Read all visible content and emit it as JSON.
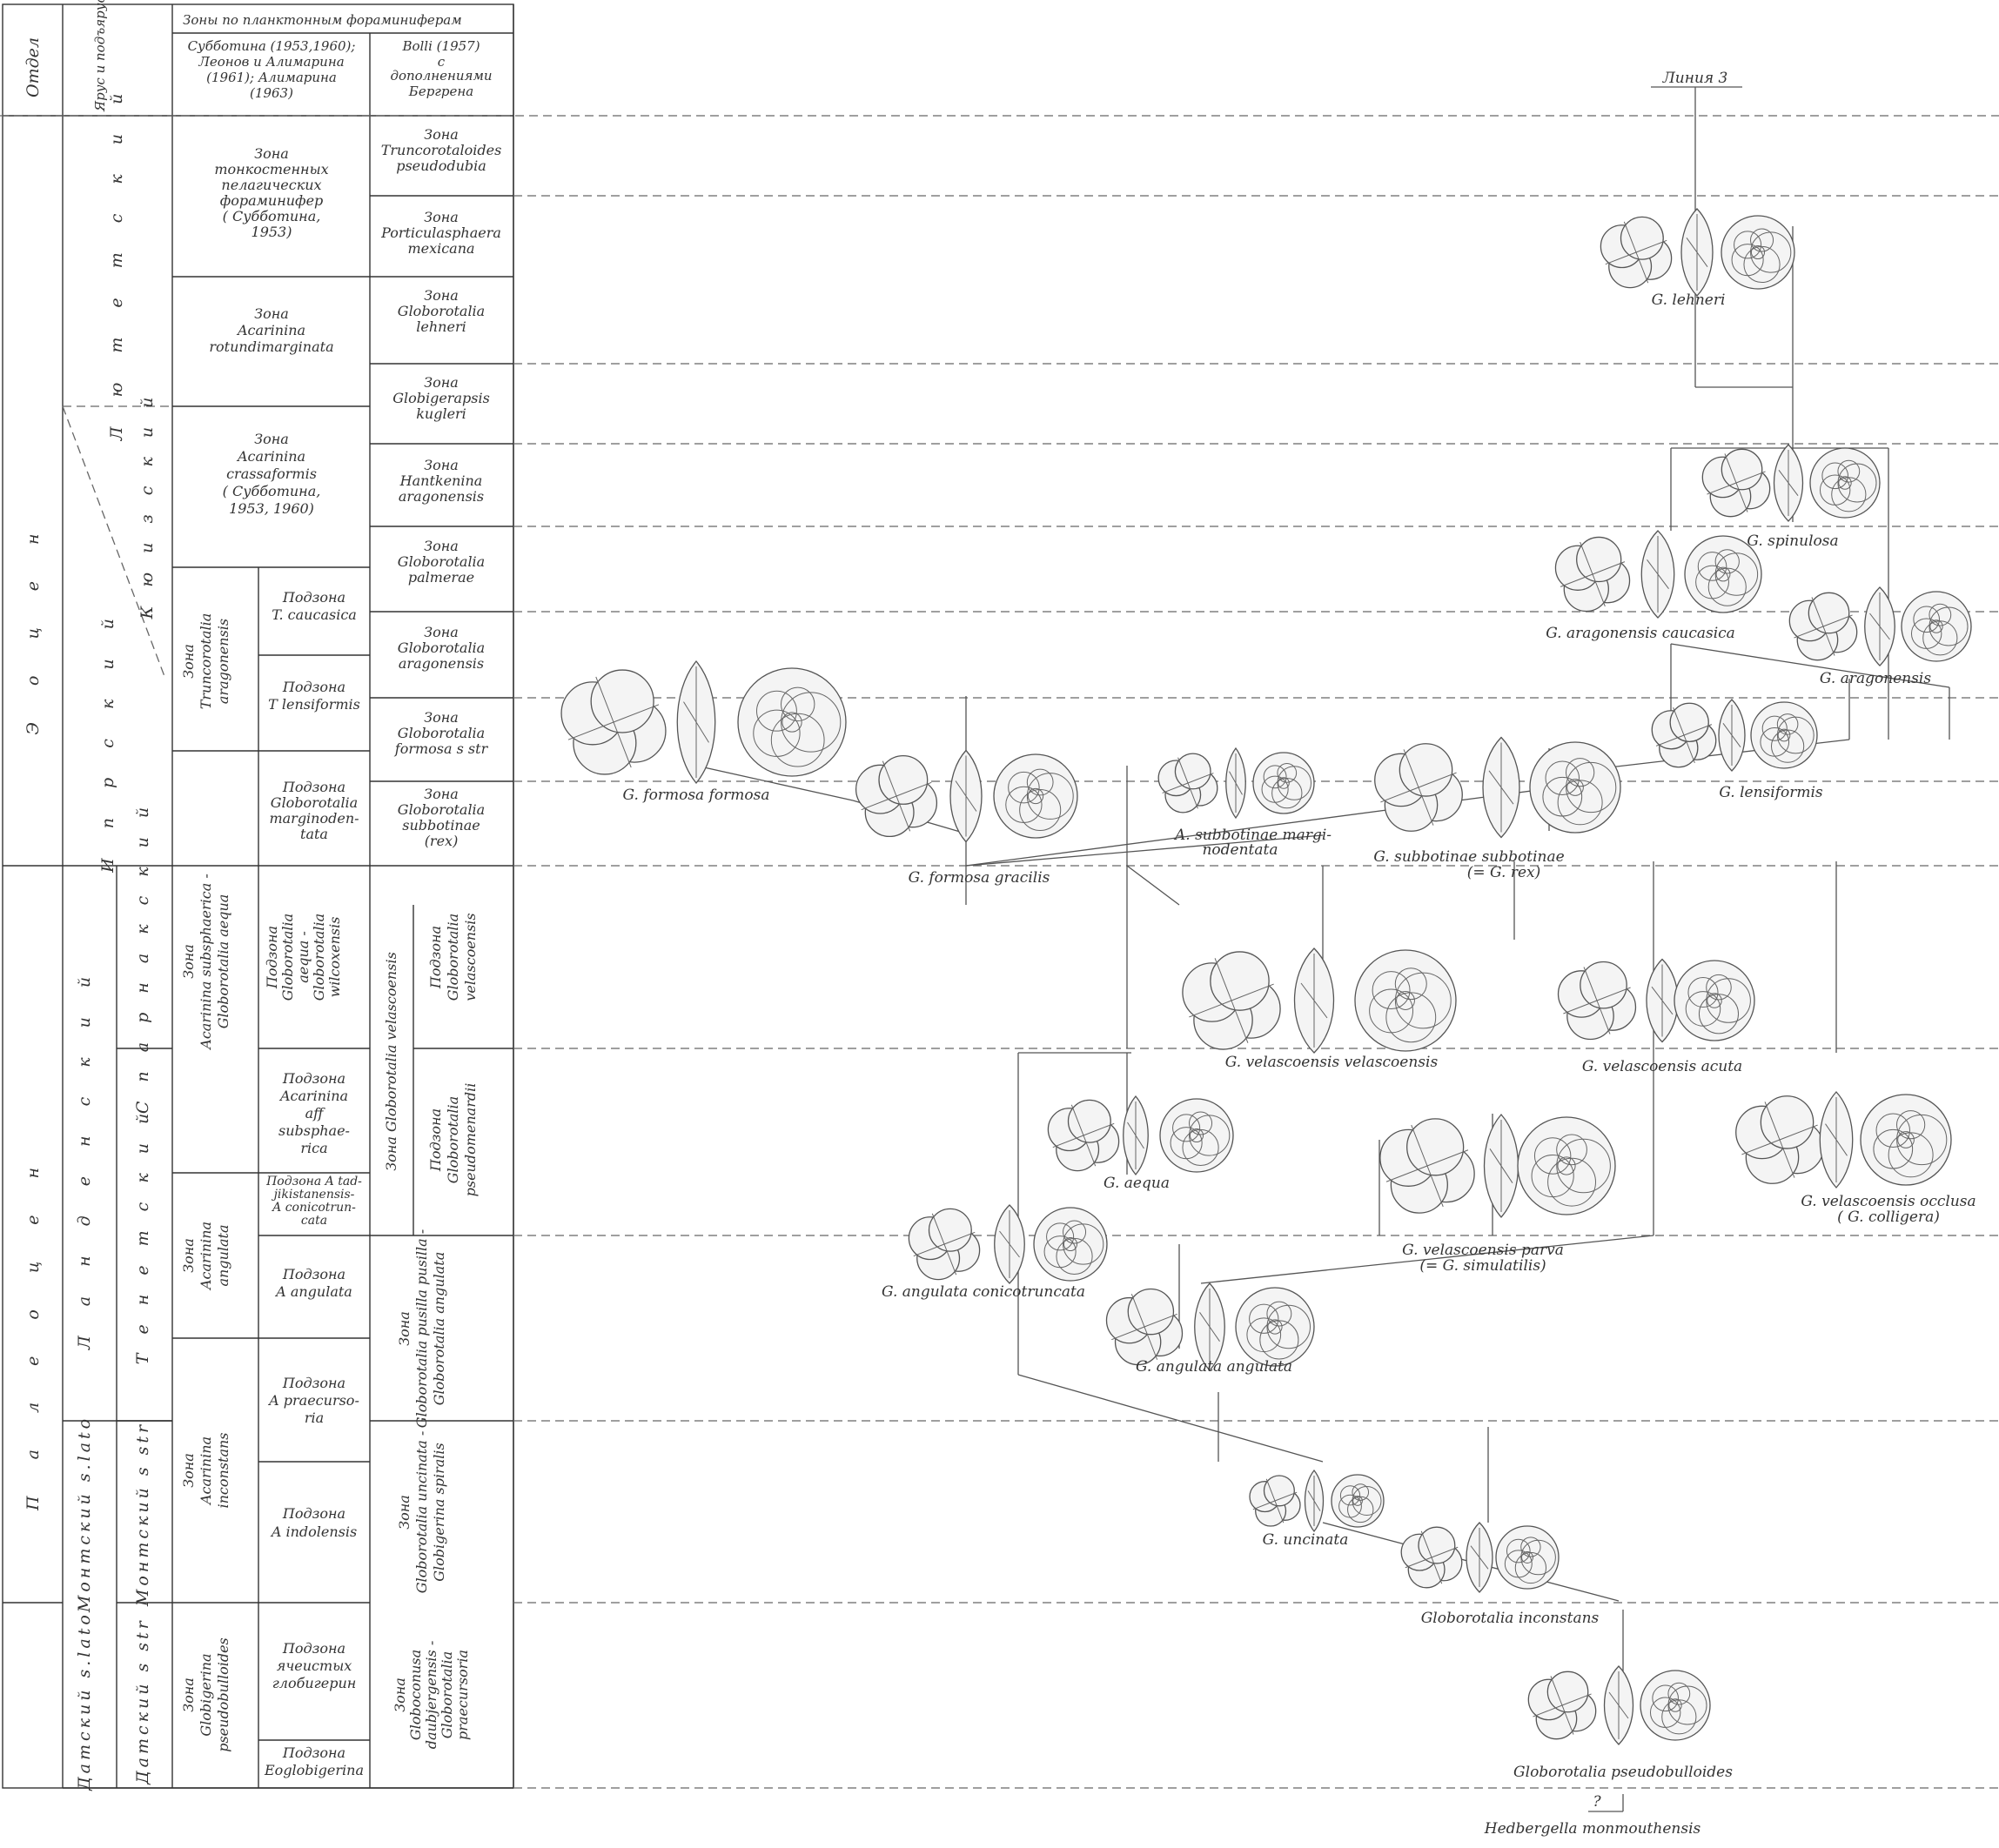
{
  "header": {
    "zones_title": "Зоны по планктонным фораминиферам",
    "col_otdel": "Отдел",
    "col_yarus": "Ярус и подъярус",
    "col_subbotina": [
      "Субботина (1953,1960);",
      "Леонов и Алимарина",
      "(1961); Алимарина",
      "(1963)"
    ],
    "col_bolli": [
      "Bolli (1957)",
      "с",
      "дополнениями",
      "Бергрена"
    ]
  },
  "line_label": "Линия 3",
  "otdel": [
    {
      "label": "Э о ц е н"
    },
    {
      "label": "П а л е о ц е н"
    }
  ],
  "yarus": [
    {
      "label": "Л ю т е т с к и й"
    },
    {
      "label": "К ю и з с к и й"
    },
    {
      "label": "И п р с к и й"
    },
    {
      "label": "Л а н д е н с к и й"
    },
    {
      "label": "Монтский s.lato"
    },
    {
      "label": "Датский s.lato"
    }
  ],
  "podyarus": [
    {
      "label": "С п а р н а к с к и й"
    },
    {
      "label": "Т е н е т с к и й"
    },
    {
      "label": "Монтский s str"
    },
    {
      "label": "Датский s str"
    }
  ],
  "subbotina_zones": [
    {
      "lines": [
        "Зона",
        "тонкостенных",
        "пелагических",
        "фораминифер",
        "( Субботина,",
        "1953)"
      ]
    },
    {
      "lines": [
        "Зона",
        "Acarinina",
        "rotundimarginata"
      ]
    },
    {
      "lines": [
        "Зона",
        "Acarinina",
        "crassaformis",
        "( Субботина,",
        "1953, 1960)"
      ]
    },
    {
      "lines": [
        "Зона",
        "Truncorotalia",
        "aragonensis"
      ]
    },
    {
      "lines": [
        "Зона",
        "Acarinina subsphaerica -",
        "Globorotalia aequa"
      ]
    },
    {
      "lines": [
        "Зона",
        "Acarinina",
        "angulata"
      ]
    },
    {
      "lines": [
        "Зона",
        "Acarinina",
        "inconstans"
      ]
    },
    {
      "lines": [
        "Зона",
        "Globigerina",
        "pseudobulloides"
      ]
    }
  ],
  "subzones": [
    {
      "lines": [
        "Подзона",
        "T. caucasica"
      ]
    },
    {
      "lines": [
        "Подзона",
        "T lensiformis"
      ]
    },
    {
      "lines": [
        "Подзона",
        "Globorotalia",
        "marginoden-",
        "tata"
      ]
    },
    {
      "lines": [
        "Подзона",
        "Globorotalia",
        "aequa -",
        "Globorotalia",
        "wilcoxensis"
      ]
    },
    {
      "lines": [
        "Подзона",
        "Acarinina",
        "aff",
        "subsphae-",
        "rica"
      ]
    },
    {
      "lines": [
        "Подзона A tad-",
        "jikistanensis-",
        "A conicotrun-",
        "cata"
      ]
    },
    {
      "lines": [
        "Подзона",
        "A angulata"
      ]
    },
    {
      "lines": [
        "Подзона",
        "A praecurso-",
        "ria"
      ]
    },
    {
      "lines": [
        "Подзона",
        "A indolensis"
      ]
    },
    {
      "lines": [
        "Подзона",
        "ячеистых",
        "глобигерин"
      ]
    },
    {
      "lines": [
        "Подзона",
        "Eoglobigerina"
      ]
    }
  ],
  "bolli_zones": [
    {
      "lines": [
        "Зона",
        "Truncorotaloides",
        "pseudodubia"
      ]
    },
    {
      "lines": [
        "Зона",
        "Porticulasphaera",
        "mexicana"
      ]
    },
    {
      "lines": [
        "Зона",
        "Globorotalia",
        "lehneri"
      ]
    },
    {
      "lines": [
        "Зона",
        "Globigerapsis",
        "kugleri"
      ]
    },
    {
      "lines": [
        "Зона",
        "Hantkenina",
        "aragonensis"
      ]
    },
    {
      "lines": [
        "Зона",
        "Globorotalia",
        "palmerae"
      ]
    },
    {
      "lines": [
        "Зона",
        "Globorotalia",
        "aragonensis"
      ]
    },
    {
      "lines": [
        "Зона",
        "Globorotalia",
        "formosa s str"
      ]
    },
    {
      "lines": [
        "Зона",
        "Globorotalia",
        "subbotinae",
        "(rex)"
      ]
    },
    {
      "lines": [
        "Зона",
        "Globorotalia pusilla pusilla -",
        "Globorotalia angulata"
      ]
    },
    {
      "lines": [
        "Зона",
        "Globorotalia uncinata -",
        "Globigerina spiralis"
      ]
    },
    {
      "lines": [
        "Зона",
        "Globoconusa",
        "daubjergensis -",
        "Globorotalia",
        "praecursoria"
      ]
    }
  ],
  "velascoensis_zone": "Зона Globorotalia velascoensis",
  "bolli_subzones": [
    {
      "lines": [
        "Подзона",
        "Globorotalia",
        "velascoensis"
      ]
    },
    {
      "lines": [
        "Подзона",
        "Globorotalia",
        "pseudomenardii"
      ]
    }
  ],
  "species": [
    {
      "label": "G. lehneri"
    },
    {
      "label": "G. spinulosa"
    },
    {
      "label": "G. aragonensis caucasica"
    },
    {
      "label": "G. aragonensis"
    },
    {
      "label": "G. lensiformis"
    },
    {
      "label": "G. formosa formosa"
    },
    {
      "label": "G. formosa gracilis"
    },
    {
      "label": "A. subbotinae margi-"
    },
    {
      "label": "nodentata"
    },
    {
      "label": "G. subbotinae subbotinae"
    },
    {
      "label": "(= G. rex)"
    },
    {
      "label": "G. velascoensis velascoensis"
    },
    {
      "label": "G. velascoensis acuta"
    },
    {
      "label": "G. aequa"
    },
    {
      "label": "G. velascoensis occlusa"
    },
    {
      "label": "( G. colligera)"
    },
    {
      "label": "G. velascoensis parva"
    },
    {
      "label": "(= G. simulatilis)"
    },
    {
      "label": "G. angulata conicotruncata"
    },
    {
      "label": "G. angulata angulata"
    },
    {
      "label": "G. uncinata"
    },
    {
      "label": "Globorotalia inconstans"
    },
    {
      "label": "Globorotalia pseudobulloides"
    },
    {
      "label": "Hedbergella monmouthensis"
    },
    {
      "label": "?"
    }
  ]
}
